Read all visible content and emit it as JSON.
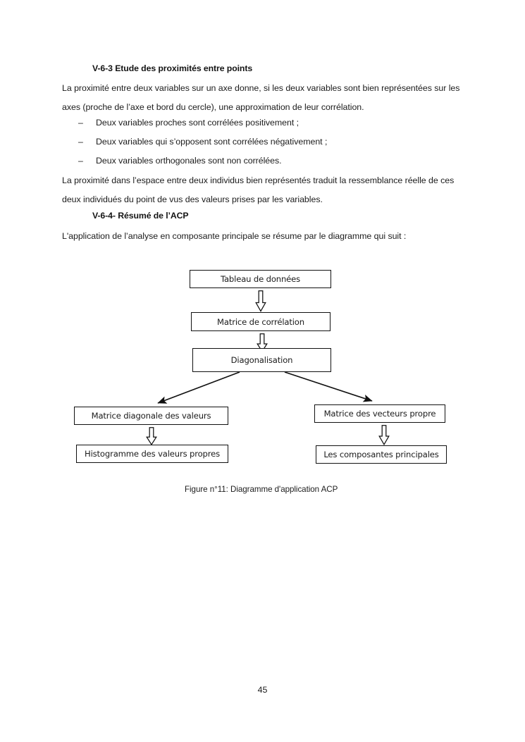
{
  "document": {
    "page_number": "45"
  },
  "sections": [
    {
      "heading": "V-6-3 Etude des proximités entre points",
      "paragraph": "La proximité entre deux variables sur un axe donne, si les deux variables sont bien représentées sur les axes (proche de l’axe et bord du cercle), une approximation de leur corrélation.",
      "bullets": [
        "Deux variables proches sont corrélées positivement ;",
        "Deux variables qui s’opposent sont corrélées négativement ;",
        "Deux variables orthogonales sont non corrélées."
      ],
      "paragraph2": "La proximité dans l’espace entre deux individus bien représentés traduit la ressemblance réelle de ces deux individués du point de vus des valeurs prises par les variables."
    },
    {
      "heading": "V-6-4- Résumé de l’ACP",
      "paragraph": "L'application de l’analyse en composante principale se résume par le diagramme qui suit :"
    }
  ],
  "bullet_marker": "–",
  "figure": {
    "caption": "Figure n°11: Diagramme d'application ACP",
    "nodes": {
      "data_table": "Tableau de données",
      "correlation_matrix": "Matrice de corrélation",
      "diagonalisation": "Diagonalisation",
      "diagonal_matrix": "Matrice diagonale des valeurs",
      "eigenvector_matrix": "Matrice des vecteurs propre",
      "eigenvalue_histogram": "Histogramme des valeurs propres",
      "principal_components": "Les composantes principales"
    },
    "arrows": {
      "hollow_down": "hollow-down-arrow",
      "diagonal_left": "diagonal-arrow-left",
      "diagonal_right": "diagonal-arrow-right"
    },
    "colors": {
      "border": "#111111",
      "text": "#1b1b1b",
      "background": "#ffffff"
    }
  }
}
